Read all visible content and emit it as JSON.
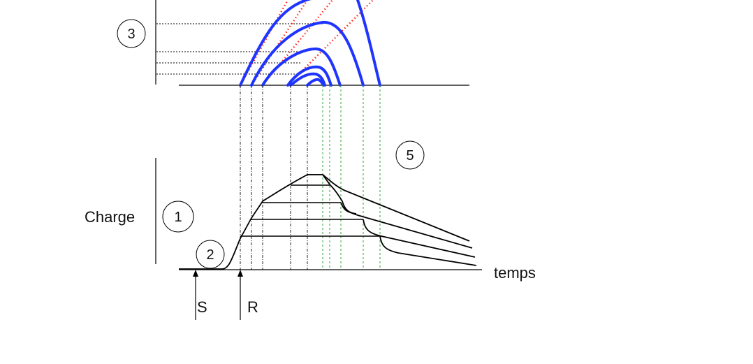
{
  "labels": {
    "charge": "Charge",
    "temps": "temps",
    "s": "S",
    "r": "R"
  },
  "circles": [
    {
      "id": "1",
      "text": "1"
    },
    {
      "id": "2",
      "text": "2"
    },
    {
      "id": "3",
      "text": "3"
    },
    {
      "id": "5",
      "text": "5"
    }
  ],
  "colors": {
    "ink": "#000000",
    "blue_arcs": "#1f35ff",
    "red_dots": "#ff2a1a",
    "green_dash": "#2fa52f",
    "reference_dash": "#222222"
  }
}
